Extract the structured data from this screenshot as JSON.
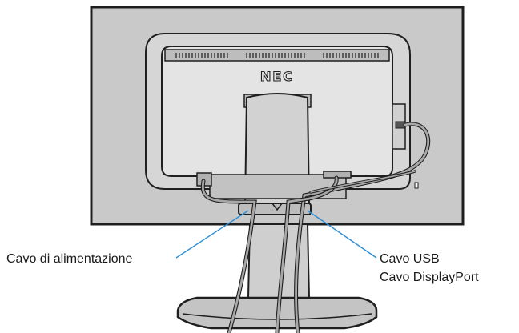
{
  "diagram": {
    "brand_logo": "NEC",
    "callouts": {
      "power_cable": "Cavo di alimentazione",
      "usb_cable": "Cavo USB",
      "displayport_cable": "Cavo DisplayPort"
    },
    "colors": {
      "monitor_back": "#c9c9c9",
      "outline": "#1f1f1f",
      "leader_line": "#2b8fd6",
      "cable": "#9a9a9a"
    }
  }
}
